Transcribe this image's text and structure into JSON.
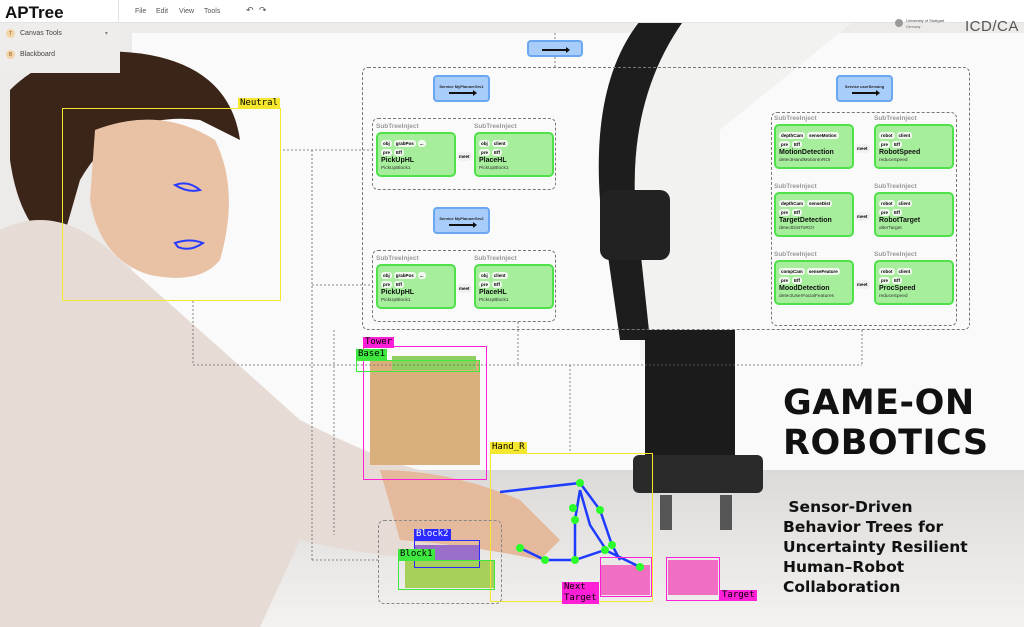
{
  "app": {
    "title": "APTree",
    "menu": [
      "File",
      "Edit",
      "View",
      "Tools"
    ],
    "undo": "↶",
    "redo": "↷"
  },
  "sidebar": {
    "items": [
      {
        "badge": "T",
        "label": "Canvas Tools",
        "chevron": "▾"
      },
      {
        "badge": "B",
        "label": "Blackboard"
      }
    ]
  },
  "branding": {
    "university": "University of Stuttgart",
    "university_sub": "Germany",
    "lab": "ICD/CA"
  },
  "diagram": {
    "services": [
      "Service MyPlannerSrv1",
      "Service MyPlannerSrv2",
      "Service userSensing"
    ],
    "subtree_label": "SubTreeInject",
    "meet_label": "meet",
    "nodes": [
      {
        "pills": [
          "obj",
          "grabPos",
          "..."
        ],
        "pills2": [
          "pre",
          "Eff"
        ],
        "title": "PickUpHL",
        "sub": "PickUpBlock1"
      },
      {
        "pills": [
          "obj",
          "client"
        ],
        "pills2": [
          "pre",
          "Eff"
        ],
        "title": "PlaceHL",
        "sub": "PickUpBlock1"
      },
      {
        "pills": [
          "obj",
          "grabPos",
          "..."
        ],
        "pills2": [
          "pre",
          "Eff"
        ],
        "title": "PickUpHL",
        "sub": "PickUpBlock1"
      },
      {
        "pills": [
          "obj",
          "client"
        ],
        "pills2": [
          "pre",
          "Eff"
        ],
        "title": "PlaceHL",
        "sub": "PickUpBlock1"
      },
      {
        "pills": [
          "depthCam",
          "senseMotion"
        ],
        "pills2": [
          "pre",
          "Eff"
        ],
        "title": "MotionDetection",
        "sub": "detectHandMotionInROI"
      },
      {
        "pills": [
          "robot",
          "client"
        ],
        "pills2": [
          "pre",
          "Eff"
        ],
        "title": "RobotSpeed",
        "sub": "reduceSpeed"
      },
      {
        "pills": [
          "depthCam",
          "senseDist"
        ],
        "pills2": [
          "pre",
          "Eff"
        ],
        "title": "TargetDetection",
        "sub": "detectDistToROI"
      },
      {
        "pills": [
          "robot",
          "client"
        ],
        "pills2": [
          "pre",
          "Eff"
        ],
        "title": "RobotTarget",
        "sub": "alterTarget"
      },
      {
        "pills": [
          "compCam",
          "senseFeature"
        ],
        "pills2": [
          "pre",
          "Eff"
        ],
        "title": "MoodDetection",
        "sub": "detectUserFacialFeatures"
      },
      {
        "pills": [
          "robot",
          "client"
        ],
        "pills2": [
          "pre",
          "Eff"
        ],
        "title": "ProcSpeed",
        "sub": "reduceSpeed"
      }
    ]
  },
  "detections": {
    "face": "Neutral",
    "tower": "Tower",
    "base": "Base1",
    "hand": "Hand_R",
    "block2": "Block2",
    "block1": "Block1",
    "next_target": "Next\nTarget",
    "target": "Target"
  },
  "colors": {
    "yellow": "#f5e72e",
    "magenta": "#ff1fd6",
    "green": "#3fe83f",
    "blue": "#2b2bff",
    "node_green": "#a6ee9c",
    "service_blue": "#a9cdfa"
  },
  "poster": {
    "title_line1": "GAME-ON",
    "title_line2": "ROBOTICS",
    "subtitle": [
      " Sensor-Driven",
      "Behavior Trees for",
      "Uncertainty Resilient",
      "Human–Robot",
      "Collaboration"
    ]
  }
}
